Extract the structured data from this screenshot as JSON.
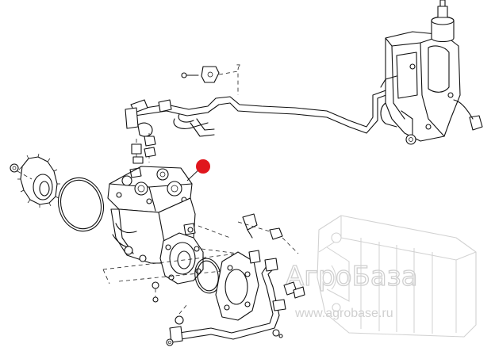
{
  "diagram": {
    "callout_number": "7",
    "marker_color": "#e0161d"
  },
  "watermark": {
    "brand": "АгроБаза",
    "site": "www.agrobase.ru"
  }
}
